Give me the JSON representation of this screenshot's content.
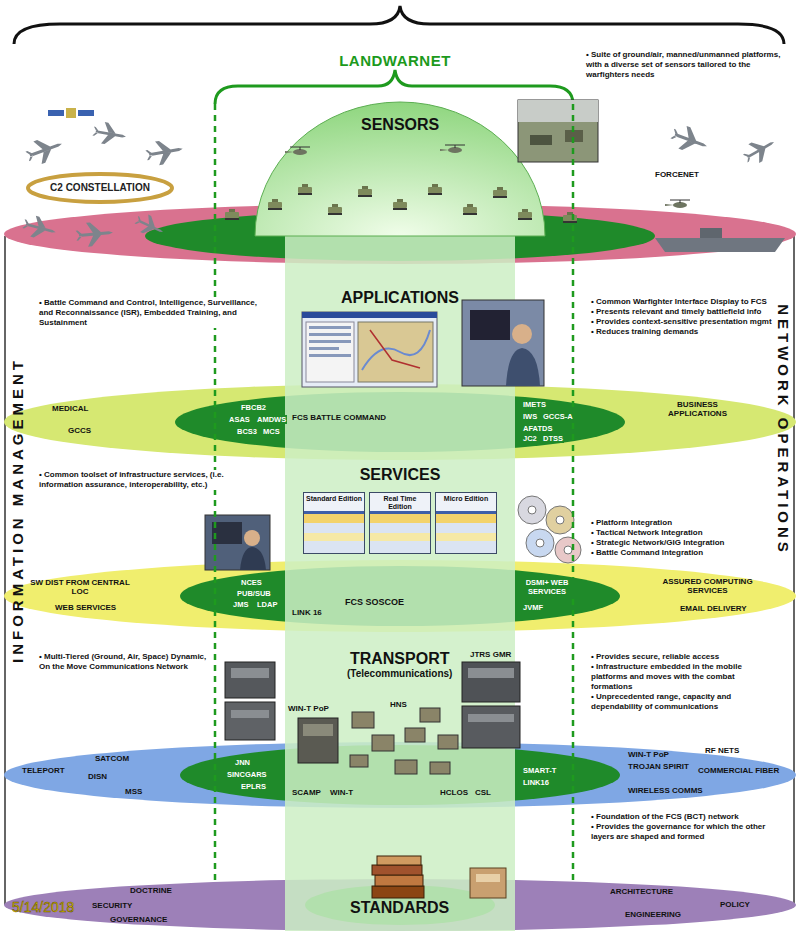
{
  "diagram": {
    "nodes": [
      {
        "text": [
          "SENSORS"
        ]
      },
      {
        "text": [
          "APPLICATIONS"
        ]
      },
      {
        "text": [
          "SERVICES"
        ]
      },
      {
        "text": [
          "Standard Edition"
        ],
        "in": 2
      },
      {
        "text": [
          "Real Time Edition"
        ],
        "in": 2
      },
      {
        "text": [
          "Micro Edition"
        ],
        "in": 2
      },
      {
        "text": [
          "TRANSPORT",
          "(Telecommunications)"
        ]
      },
      {
        "text": [
          "STANDARDS"
        ]
      }
    ],
    "labels": [
      "LANDWARNET",
      "• Suite of ground/air, manned/unmanned platforms, with a diverse set of sensors tailored to the warfighters needs",
      "C2 CONSTELLATION",
      "FORCENET",
      "• Battle Command and Control, Intelligence, Surveillance, and Reconnaissance (ISR), Embedded Training, and Sustainment",
      "• Common Warfighter Interface Display to FCS",
      "• Presents relevant and timely battlefield info",
      "• Provides context-sensitive presentation mgmt",
      "• Reduces training demands",
      "MEDICAL",
      "GCCS",
      "FBCB2",
      "ASAS",
      "AMDWS",
      "BCS3",
      "MCS",
      "FCS BATTLE COMMAND",
      "IMETS",
      "IWS",
      "GCCS-A",
      "AFATDS",
      "JC2",
      "DTSS",
      "BUSINESS APPLICATIONS",
      "• Common toolset of infrastructure services, (i.e. information assurance, interoperability, etc.)",
      "• Platform Integration",
      "• Tactical Network Integration",
      "• Strategic Network/GIG Integration",
      "• Battle Command Integration",
      "SW DIST FROM CENTRAL LOC",
      "WEB SERVICES",
      "NCES",
      "PUB/SUB",
      "JMS",
      "LDAP",
      "LINK 16",
      "FCS SOSCOE",
      "DSMI+ WEB SERVICES",
      "JVMF",
      "ASSURED COMPUTING SERVICES",
      "EMAIL DELIVERY",
      "• Multi-Tiered (Ground, Air, Space) Dynamic, On the Move Communications Network",
      "• Provides secure, reliable access",
      "• Infrastructure embedded in the mobile platforms and moves with the combat formations",
      "• Unprecedented range, capacity and dependability of communications",
      "JTRS GMR",
      "HNS",
      "WIN-T PoP",
      "TELEPORT",
      "SATCOM",
      "DISN",
      "MSS",
      "JNN",
      "SINCGARS",
      "EPLRS",
      "SCAMP",
      "WIN-T",
      "HCLOS",
      "CSL",
      "SMART-T",
      "LINK16",
      "WIN-T PoP",
      "TROJAN SPIRIT",
      "RF NETS",
      "COMMERCIAL FIBER",
      "WIRELESS COMMS",
      "• Foundation of the FCS (BCT) network",
      "• Provides the governance for which the other layers are shaped and formed",
      "DOCTRINE",
      "SECURITY",
      "GOVERNANCE",
      "ARCHITECTURE",
      "ENGINEERING",
      "POLICY",
      "5/14/2018",
      "INFORMATION MANAGEMENT",
      "NETWORK OPERATIONS"
    ]
  }
}
